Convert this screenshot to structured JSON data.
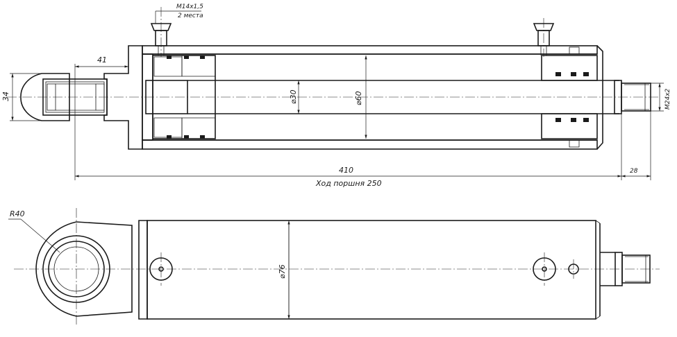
{
  "drawing": {
    "thread_port": "M14x1,5",
    "port_count": "2 места",
    "dim_eye_width": "34",
    "dim_offset": "41",
    "dim_rod_dia": "⌀30",
    "dim_bore_dia": "⌀60",
    "dim_rod_thread": "M24x2",
    "dim_total_length": "410",
    "dim_stroke": "Ход поршня 250",
    "dim_rod_end": "28",
    "dim_radius": "R40",
    "dim_outer_dia": "⌀76"
  }
}
